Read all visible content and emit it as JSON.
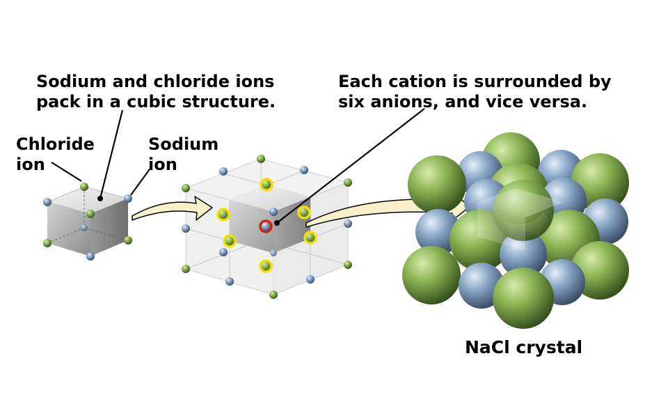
{
  "labels": {
    "packing": [
      "Sodium and chloride ions",
      "pack in a cubic structure."
    ],
    "surround": [
      "Each cation is surrounded by",
      "six anions, and vice versa."
    ],
    "chloride": [
      "Chloride",
      "ion"
    ],
    "sodium": [
      "Sodium",
      "ion"
    ],
    "crystal": "NaCl crystal"
  },
  "colors": {
    "chloride": "#8fb05a",
    "sodium": "#8ea8c8",
    "highlight": "#f2e000",
    "center_highlight": "#d02010",
    "arrow_fill": "#f7f0c8"
  }
}
